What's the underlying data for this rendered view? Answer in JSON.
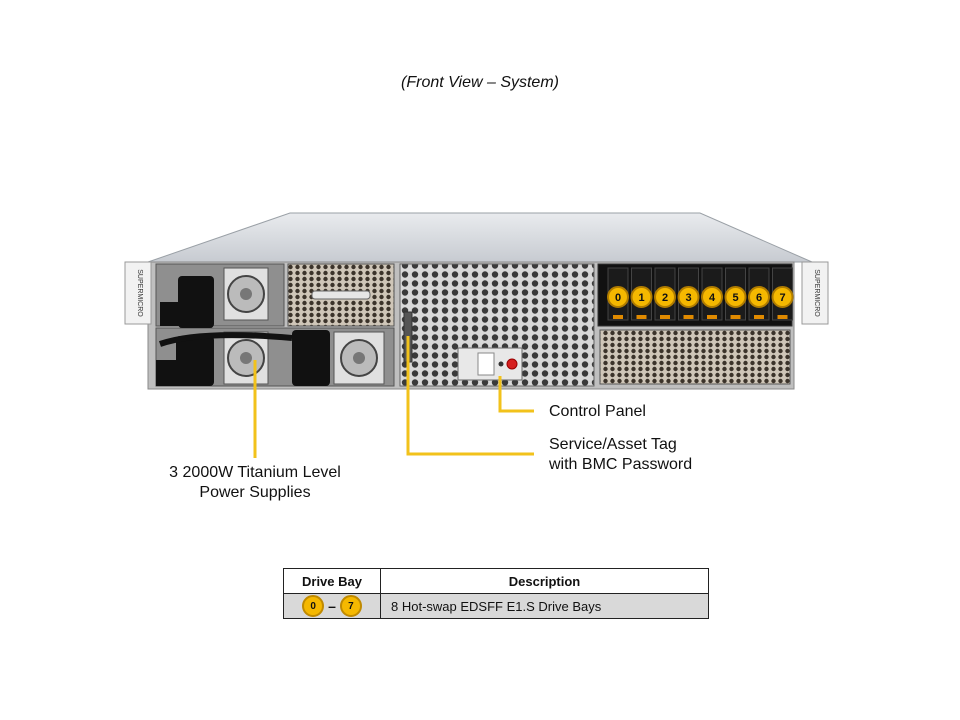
{
  "caption": "(Front View – System)",
  "brand_text": "SUPERMICRO",
  "drive_bays": [
    "0",
    "1",
    "2",
    "3",
    "4",
    "5",
    "6",
    "7"
  ],
  "callouts": {
    "control_panel": "Control Panel",
    "service_tag_line1": "Service/Asset Tag",
    "service_tag_line2": "with BMC Password",
    "psu_line1": "3 2000W Titanium Level",
    "psu_line2": "Power Supplies"
  },
  "legend": {
    "headers": [
      "Drive Bay",
      "Description"
    ],
    "row": {
      "bay_start": "0",
      "bay_separator": "–",
      "bay_end": "7",
      "description": "8 Hot-swap  EDSFF  E1.S Drive   Bays"
    }
  },
  "colors": {
    "callout_line": "#f2c21b",
    "badge_fill": "#f5b800",
    "legend_row_bg": "#d9d9d9"
  }
}
